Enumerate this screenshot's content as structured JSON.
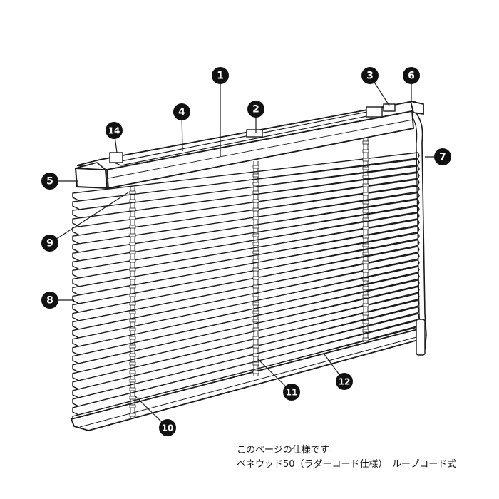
{
  "callouts": [
    {
      "id": "1",
      "name": "callout-1"
    },
    {
      "id": "2",
      "name": "callout-2"
    },
    {
      "id": "3",
      "name": "callout-3"
    },
    {
      "id": "4",
      "name": "callout-4"
    },
    {
      "id": "5",
      "name": "callout-5"
    },
    {
      "id": "6",
      "name": "callout-6"
    },
    {
      "id": "7",
      "name": "callout-7"
    },
    {
      "id": "8",
      "name": "callout-8"
    },
    {
      "id": "9",
      "name": "callout-9"
    },
    {
      "id": "10",
      "name": "callout-10"
    },
    {
      "id": "11",
      "name": "callout-11"
    },
    {
      "id": "12",
      "name": "callout-12"
    },
    {
      "id": "14",
      "name": "callout-14"
    }
  ],
  "caption": {
    "line1": "このページの仕様です。",
    "line2": "ベネウッド50（ラダーコード仕様）　ループコード式"
  },
  "colors": {
    "line": "#1a1a1a",
    "callout_fill": "#111111",
    "callout_text": "#ffffff",
    "slat_fill": "#ffffff"
  }
}
